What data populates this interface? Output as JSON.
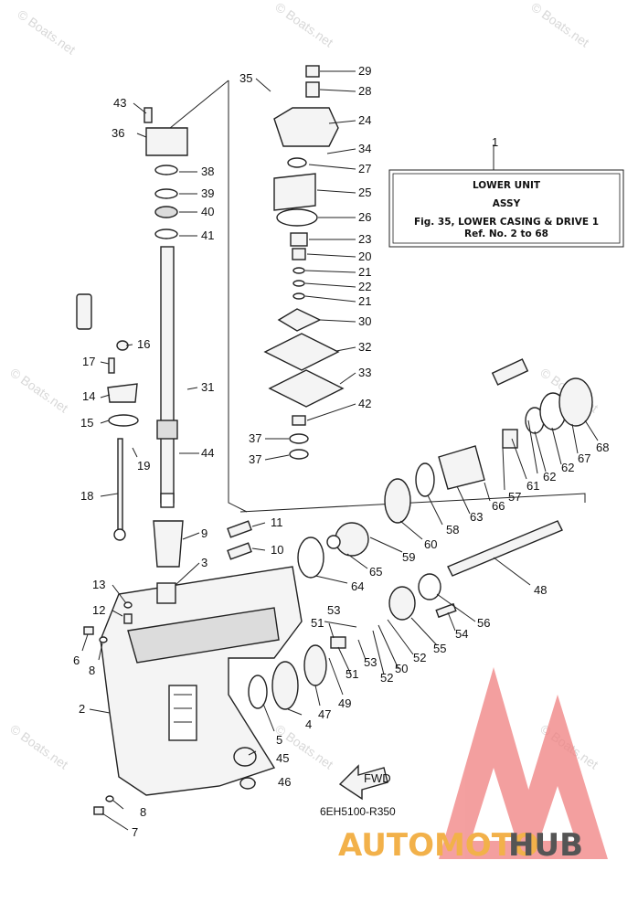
{
  "watermark": {
    "text": "© Boats.net"
  },
  "infobox": {
    "line1": "LOWER UNIT",
    "line2": "ASSY",
    "line3": "Fig. 35, LOWER CASING & DRIVE 1",
    "line4": "Ref. No. 2 to 68"
  },
  "callouts": {
    "c1": "1",
    "c2": "2",
    "c3": "3",
    "c4": "4",
    "c5": "5",
    "c6": "6",
    "c7": "7",
    "c8a": "8",
    "c8b": "8",
    "c9": "9",
    "c10": "10",
    "c11": "11",
    "c12": "12",
    "c13": "13",
    "c14": "14",
    "c15": "15",
    "c16": "16",
    "c17": "17",
    "c18": "18",
    "c19": "19",
    "c20": "20",
    "c21a": "21",
    "c21b": "21",
    "c22": "22",
    "c23": "23",
    "c24": "24",
    "c25": "25",
    "c26": "26",
    "c27": "27",
    "c28": "28",
    "c29": "29",
    "c30": "30",
    "c31": "31",
    "c32": "32",
    "c33": "33",
    "c34": "34",
    "c35": "35",
    "c36": "36",
    "c37a": "37",
    "c37b": "37",
    "c38": "38",
    "c39": "39",
    "c40": "40",
    "c41": "41",
    "c42": "42",
    "c43": "43",
    "c44": "44",
    "c45": "45",
    "c46": "46",
    "c47": "47",
    "c48": "48",
    "c49": "49",
    "c50": "50",
    "c51a": "51",
    "c51b": "51",
    "c52a": "52",
    "c52b": "52",
    "c53a": "53",
    "c53b": "53",
    "c54": "54",
    "c55": "55",
    "c56": "56",
    "c57": "57",
    "c58": "58",
    "c59": "59",
    "c60": "60",
    "c61": "61",
    "c62a": "62",
    "c62b": "62",
    "c63": "63",
    "c64": "64",
    "c65": "65",
    "c66": "66",
    "c67": "67",
    "c68": "68"
  },
  "fwd_label": "FWD",
  "drawing_code": "6EH5100-R350",
  "brand": {
    "part1": "AUTOMOTO",
    "part2": "HUB",
    "logo_color": "#f08080",
    "part1_color": "#f2b14a",
    "part2_color": "#555555"
  }
}
